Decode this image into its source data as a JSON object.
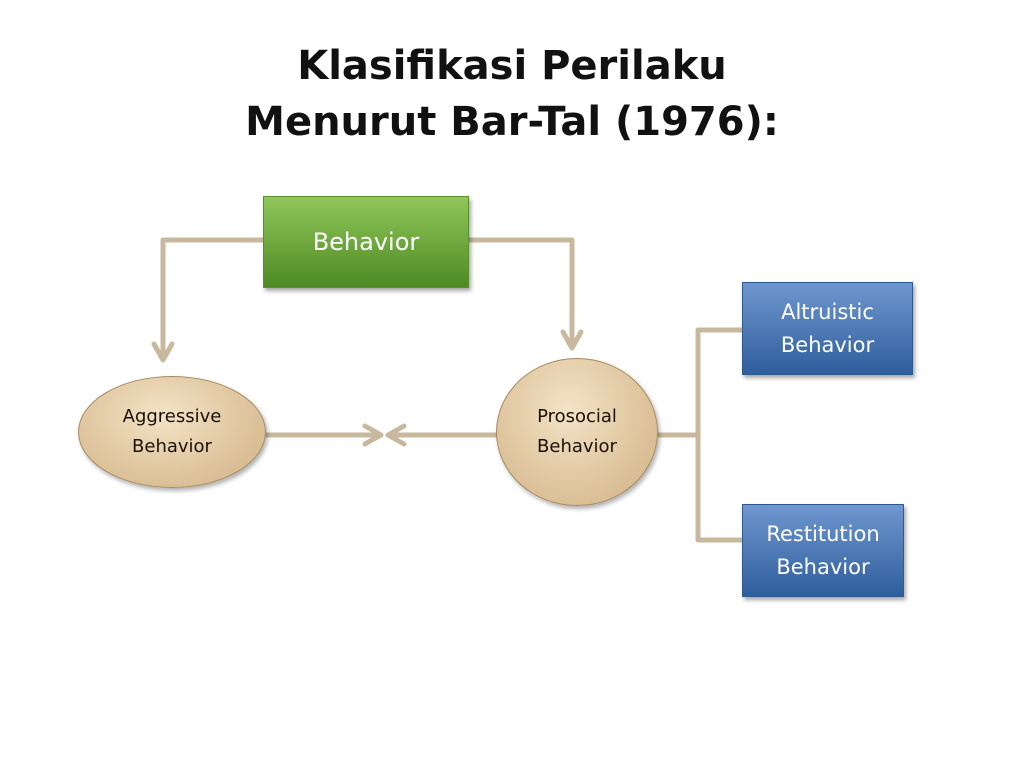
{
  "title": {
    "line1": "Klasifikasi Perilaku",
    "line2": "Menurut Bar-Tal (1976):"
  },
  "nodes": {
    "behavior": {
      "label": "Behavior"
    },
    "aggressive": {
      "label": "Aggressive\nBehavior"
    },
    "prosocial": {
      "label": "Prosocial\nBehavior"
    },
    "altruistic": {
      "label": "Altruistic\nBehavior"
    },
    "restitution": {
      "label": "Restitution\nBehavior"
    }
  },
  "colors": {
    "connector": "#c8b99e",
    "green_top": "#8fc75a",
    "green_bottom": "#4e8a24",
    "blue_top": "#6f97cf",
    "blue_bottom": "#2f5e9c",
    "oval_light": "#f3e3c6",
    "oval_dark": "#d0b082"
  }
}
